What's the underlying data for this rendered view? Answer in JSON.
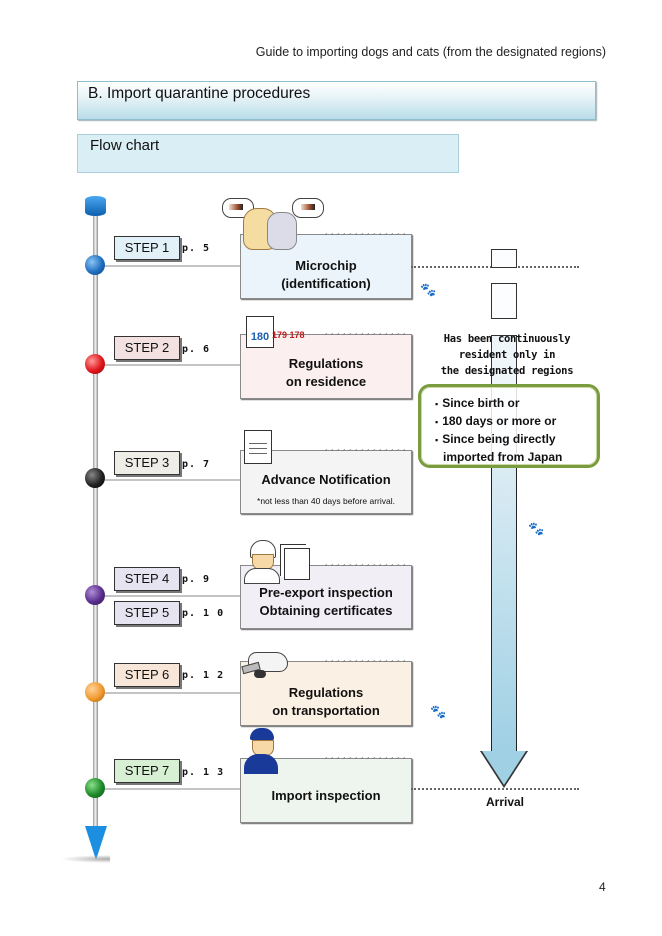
{
  "header": {
    "running_title": "Guide to importing dogs and cats (from the designated regions)"
  },
  "section": {
    "title": "B. Import quarantine procedures"
  },
  "subsection": {
    "title": "Flow chart"
  },
  "steps": [
    {
      "label": "STEP 1",
      "page": "p. 5",
      "color": "#e2f0f8",
      "ball_color": "#1f6fc0",
      "icon": "dog-cat-microchip-icon"
    },
    {
      "label": "STEP 2",
      "page": "p. 6",
      "color": "#f3e1e1",
      "ball_color": "#e0151b",
      "icon": "calendar-icon"
    },
    {
      "label": "STEP 3",
      "page": "p. 7",
      "color": "#efeee6",
      "ball_color": "#222222",
      "icon": "document-icon"
    },
    {
      "label": "STEP 4",
      "page": "p. 9",
      "color": "#e6e4f0",
      "ball_color": "#5a2e8e",
      "icon": "inspector-icon"
    },
    {
      "label": "STEP 5",
      "page": "p. 1 0",
      "color": "#e6e4f0",
      "ball_color": "#5a2e8e",
      "icon": "certificate-icon"
    },
    {
      "label": "STEP 6",
      "page": "p. 1 2",
      "color": "#f8e6d8",
      "ball_color": "#f09a30",
      "icon": "airplane-icon"
    },
    {
      "label": "STEP 7",
      "page": "p. 1 3",
      "color": "#d7f0d4",
      "ball_color": "#1e8a2a",
      "icon": "quarantine-officer-icon"
    }
  ],
  "cards": [
    {
      "lines": [
        "Microchip",
        "(identification)"
      ],
      "bg": "#eaf4fa"
    },
    {
      "lines": [
        "Regulations",
        "on residence"
      ],
      "bg": "#fbefef"
    },
    {
      "lines": [
        "Advance Notification"
      ],
      "note": "*not less than 40 days before arrival.",
      "bg": "#f4f4f4"
    },
    {
      "lines": [
        "Pre-export inspection",
        "Obtaining certificates"
      ],
      "bg": "#f1eef6"
    },
    {
      "lines": [
        "Regulations",
        "on transportation"
      ],
      "bg": "#fbf0e4"
    },
    {
      "lines": [
        "Import inspection"
      ],
      "bg": "#eef5ee"
    }
  ],
  "residence": {
    "lines": [
      "Has been continuously",
      "resident only in",
      "the designated regions"
    ],
    "conditions": [
      "Since birth   or",
      "180 days or more   or",
      "Since being directly",
      "imported from Japan"
    ]
  },
  "arrival_label": "Arrival",
  "page_number": "4",
  "colors": {
    "arrow_fill": "#9fd0e4",
    "condition_border": "#7a9c3e",
    "paw": "#c9b89a"
  }
}
